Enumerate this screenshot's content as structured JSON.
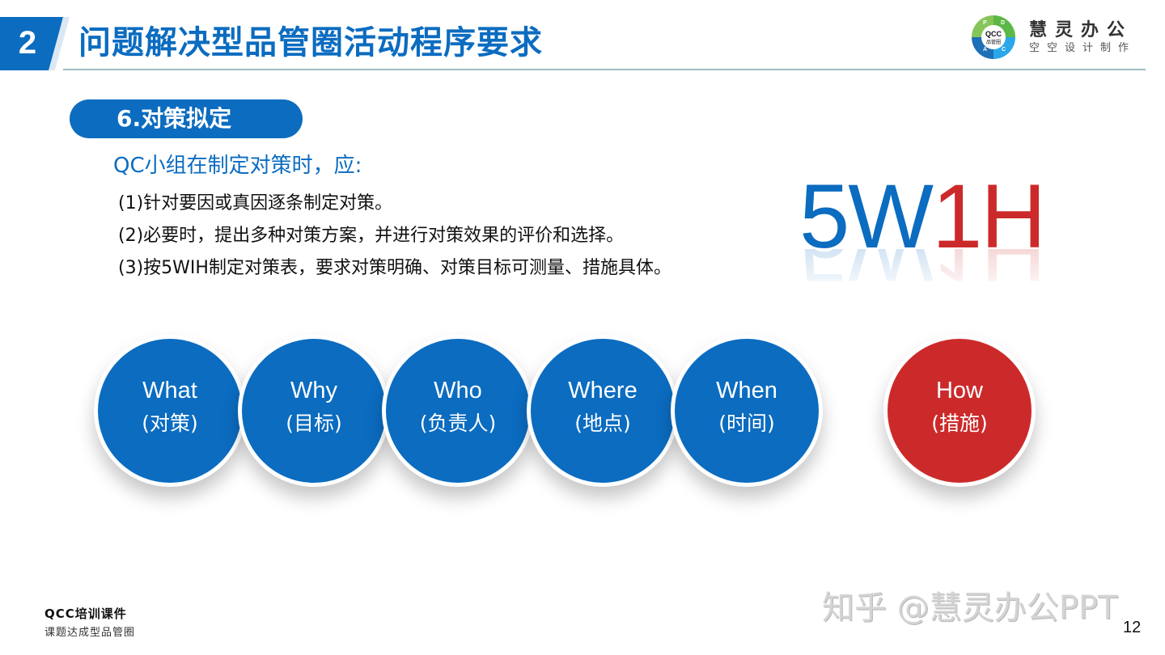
{
  "header": {
    "section_number": "2",
    "title": "问题解决型品管圈活动程序要求",
    "brand": {
      "logo_text": "QCC",
      "logo_subtext": "品管圈",
      "logo_letters": [
        "P",
        "D",
        "A",
        "C"
      ],
      "name": "慧灵办公",
      "subtitle": "空空设计制作"
    }
  },
  "section": {
    "label": "6.对策拟定",
    "intro": "QC小组在制定对策时，应:",
    "requirements": [
      "(1)针对要因或真因逐条制定对策。",
      "(2)必要时，提出多种对策方案，并进行对策效果的评价和选择。",
      "(3)按5WIH制定对策表，要求对策明确、对策目标可测量、措施具体。"
    ]
  },
  "headline": {
    "blue_part": "5W",
    "red_part": "1H"
  },
  "circles": [
    {
      "en": "What",
      "zh": "(对策)",
      "color": "#0b6cc0"
    },
    {
      "en": "Why",
      "zh": "(目标)",
      "color": "#0b6cc0"
    },
    {
      "en": "Who",
      "zh": "(负责人)",
      "color": "#0b6cc0"
    },
    {
      "en": "Where",
      "zh": "(地点)",
      "color": "#0b6cc0"
    },
    {
      "en": "When",
      "zh": "(时间)",
      "color": "#0b6cc0"
    },
    {
      "en": "How",
      "zh": "(措施)",
      "color": "#cc2a2a"
    }
  ],
  "footer": {
    "title": "QCC培训课件",
    "subtitle": "课题达成型品管圈",
    "watermark": "知乎 @慧灵办公PPT",
    "page_number": "12"
  },
  "colors": {
    "primary_blue": "#0b6cc0",
    "accent_red": "#cc2a2a"
  }
}
